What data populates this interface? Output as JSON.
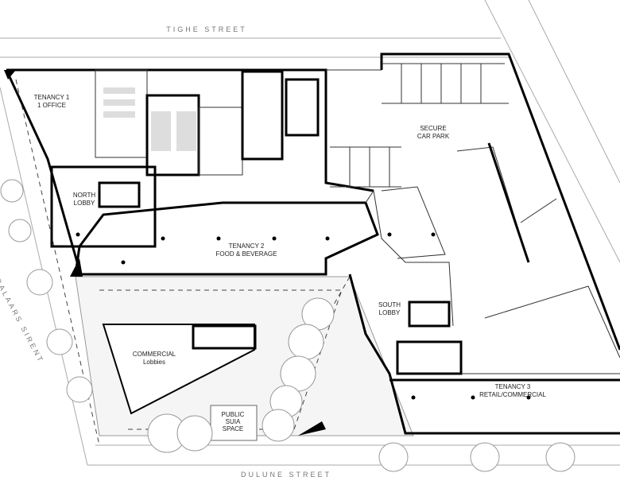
{
  "streets": {
    "north": "TIGHE STREET",
    "west": "RALAARS SIRENT",
    "south": "DULUNE STREET"
  },
  "spaces": {
    "tenancy1": {
      "line1": "TENANCY 1",
      "line2": "1 OFFICE"
    },
    "north_lobby": {
      "line1": "NORTH",
      "line2": "LOBBY"
    },
    "car_park": {
      "line1": "SECURE",
      "line2": "CAR PARK"
    },
    "tenancy2": {
      "line1": "TENANCY 2",
      "line2": "FOOD & BEVERAGE"
    },
    "south_lobby": {
      "line1": "SOUTH",
      "line2": "LOBBY"
    },
    "commercial": {
      "line1": "COMMERCIAL",
      "line2": "Lobbies"
    },
    "public_space": {
      "line1": "PUBLIC",
      "line2": "SUIA",
      "line3": "SPACE"
    },
    "tenancy3": {
      "line1": "TENANCY 3",
      "line2": "RETAIL/COMMERCIAL"
    }
  }
}
